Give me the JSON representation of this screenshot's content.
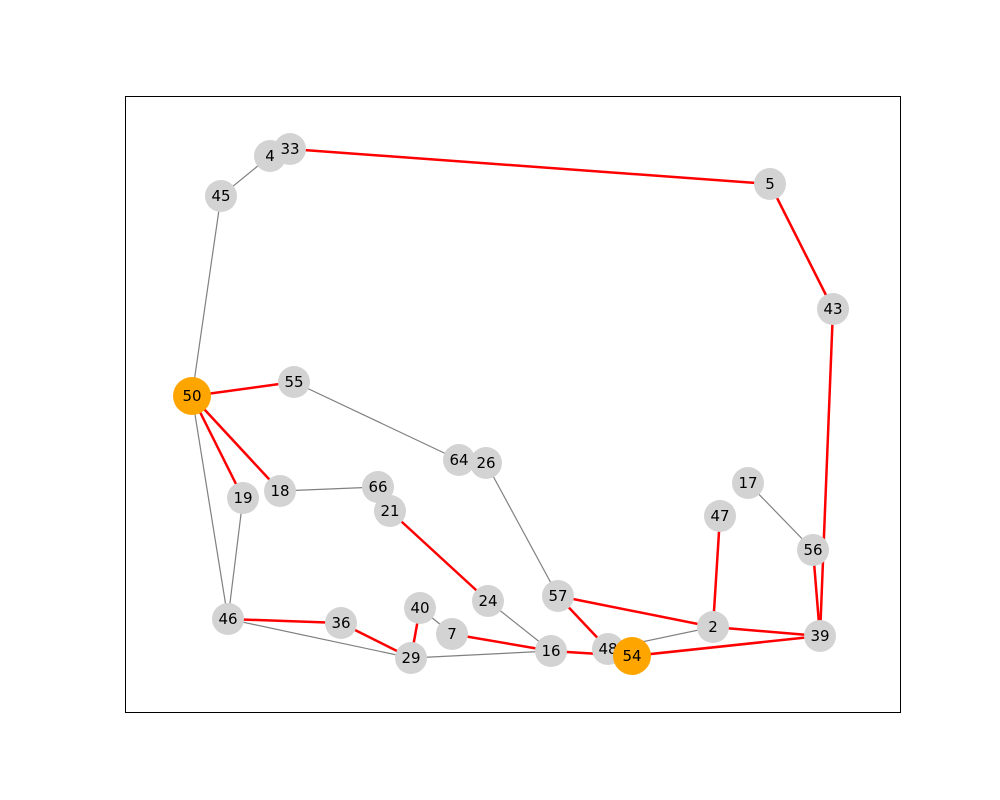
{
  "graph": {
    "colors": {
      "node_default": "#d3d3d3",
      "node_highlight": "#ffa500",
      "edge_default": "#808080",
      "edge_highlight": "#ff0000",
      "frame": "#000000",
      "background": "#ffffff"
    },
    "nodes": [
      {
        "id": "4",
        "label": "4",
        "highlight": false
      },
      {
        "id": "33",
        "label": "33",
        "highlight": false
      },
      {
        "id": "45",
        "label": "45",
        "highlight": false
      },
      {
        "id": "5",
        "label": "5",
        "highlight": false
      },
      {
        "id": "43",
        "label": "43",
        "highlight": false
      },
      {
        "id": "50",
        "label": "50",
        "highlight": true
      },
      {
        "id": "55",
        "label": "55",
        "highlight": false
      },
      {
        "id": "64",
        "label": "64",
        "highlight": false
      },
      {
        "id": "26",
        "label": "26",
        "highlight": false
      },
      {
        "id": "19",
        "label": "19",
        "highlight": false
      },
      {
        "id": "18",
        "label": "18",
        "highlight": false
      },
      {
        "id": "66",
        "label": "66",
        "highlight": false
      },
      {
        "id": "21",
        "label": "21",
        "highlight": false
      },
      {
        "id": "17",
        "label": "17",
        "highlight": false
      },
      {
        "id": "47",
        "label": "47",
        "highlight": false
      },
      {
        "id": "56",
        "label": "56",
        "highlight": false
      },
      {
        "id": "57",
        "label": "57",
        "highlight": false
      },
      {
        "id": "24",
        "label": "24",
        "highlight": false
      },
      {
        "id": "40",
        "label": "40",
        "highlight": false
      },
      {
        "id": "46",
        "label": "46",
        "highlight": false
      },
      {
        "id": "36",
        "label": "36",
        "highlight": false
      },
      {
        "id": "7",
        "label": "7",
        "highlight": false
      },
      {
        "id": "2",
        "label": "2",
        "highlight": false
      },
      {
        "id": "39",
        "label": "39",
        "highlight": false
      },
      {
        "id": "16",
        "label": "16",
        "highlight": false
      },
      {
        "id": "48",
        "label": "48",
        "highlight": false
      },
      {
        "id": "29",
        "label": "29",
        "highlight": false
      },
      {
        "id": "54",
        "label": "54",
        "highlight": true
      }
    ],
    "edges": [
      {
        "source": "33",
        "target": "5",
        "highlight": true
      },
      {
        "source": "5",
        "target": "43",
        "highlight": true
      },
      {
        "source": "43",
        "target": "39",
        "highlight": true
      },
      {
        "source": "4",
        "target": "45",
        "highlight": false
      },
      {
        "source": "45",
        "target": "50",
        "highlight": false
      },
      {
        "source": "50",
        "target": "55",
        "highlight": true
      },
      {
        "source": "50",
        "target": "19",
        "highlight": true
      },
      {
        "source": "50",
        "target": "18",
        "highlight": true
      },
      {
        "source": "50",
        "target": "46",
        "highlight": false
      },
      {
        "source": "19",
        "target": "46",
        "highlight": false
      },
      {
        "source": "55",
        "target": "64",
        "highlight": false
      },
      {
        "source": "18",
        "target": "66",
        "highlight": false
      },
      {
        "source": "21",
        "target": "24",
        "highlight": true
      },
      {
        "source": "26",
        "target": "57",
        "highlight": false
      },
      {
        "source": "24",
        "target": "16",
        "highlight": false
      },
      {
        "source": "57",
        "target": "48",
        "highlight": true
      },
      {
        "source": "57",
        "target": "2",
        "highlight": true
      },
      {
        "source": "47",
        "target": "2",
        "highlight": true
      },
      {
        "source": "17",
        "target": "56",
        "highlight": false
      },
      {
        "source": "56",
        "target": "39",
        "highlight": true
      },
      {
        "source": "2",
        "target": "39",
        "highlight": true
      },
      {
        "source": "39",
        "target": "54",
        "highlight": true
      },
      {
        "source": "2",
        "target": "48",
        "highlight": false
      },
      {
        "source": "46",
        "target": "36",
        "highlight": true
      },
      {
        "source": "46",
        "target": "29",
        "highlight": false
      },
      {
        "source": "36",
        "target": "29",
        "highlight": true
      },
      {
        "source": "40",
        "target": "29",
        "highlight": true
      },
      {
        "source": "40",
        "target": "7",
        "highlight": false
      },
      {
        "source": "7",
        "target": "16",
        "highlight": true
      },
      {
        "source": "16",
        "target": "54",
        "highlight": true
      },
      {
        "source": "29",
        "target": "16",
        "highlight": false
      }
    ]
  }
}
